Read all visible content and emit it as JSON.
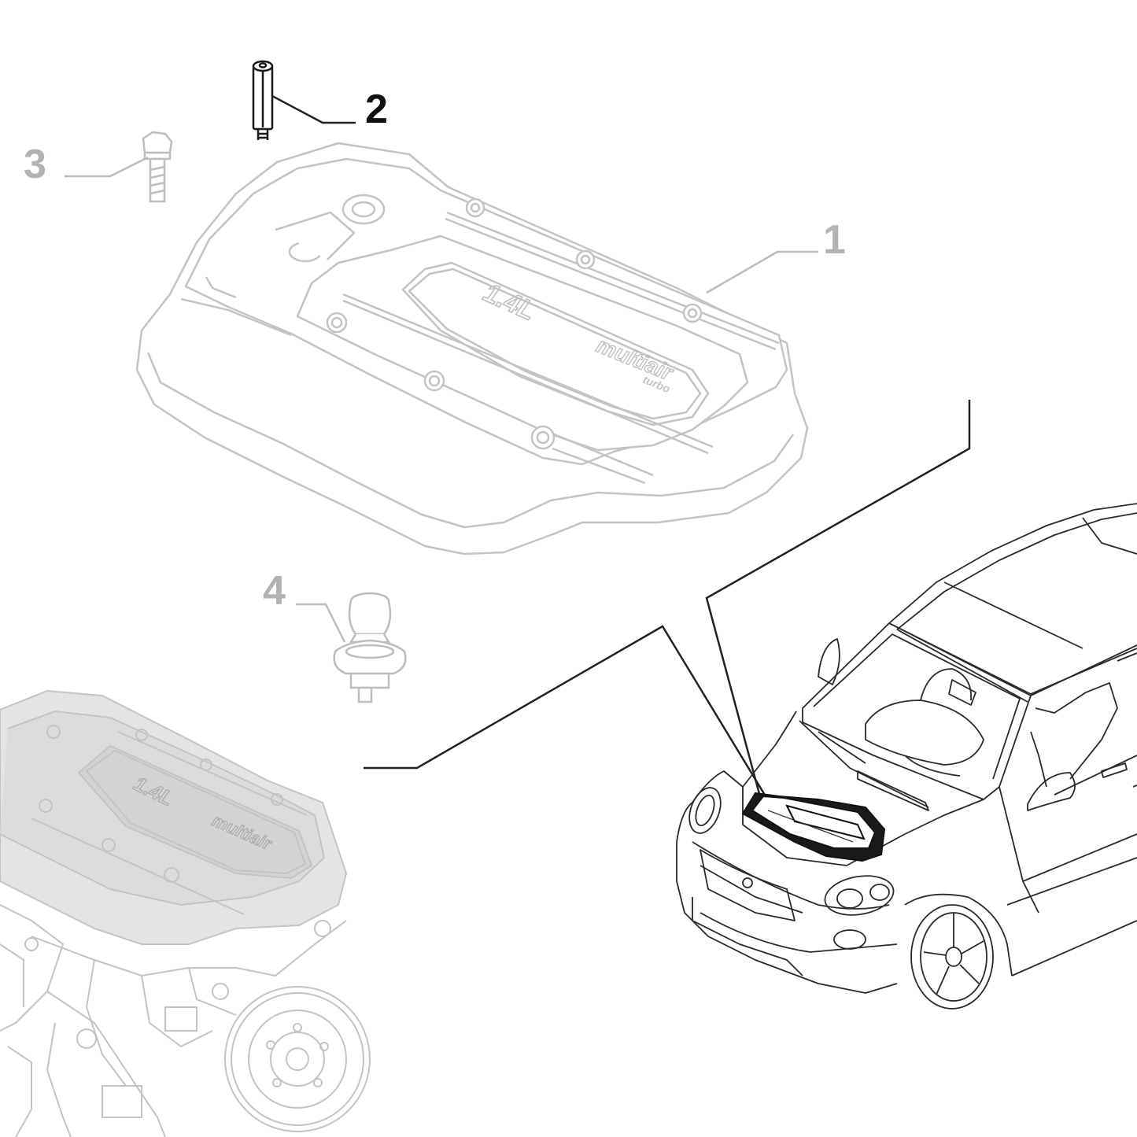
{
  "callouts": {
    "part_1": "1",
    "part_2": "2",
    "part_3": "3",
    "part_4": "4"
  },
  "cover_emboss": {
    "displacement": "1.4L",
    "brand": "multiair",
    "sub": "turbo"
  },
  "colors": {
    "muted_part": "#bdbdbd",
    "highlight_part": "#1a1a1a",
    "leader_line": "#222222",
    "muted_label": "#b3b3b3"
  }
}
